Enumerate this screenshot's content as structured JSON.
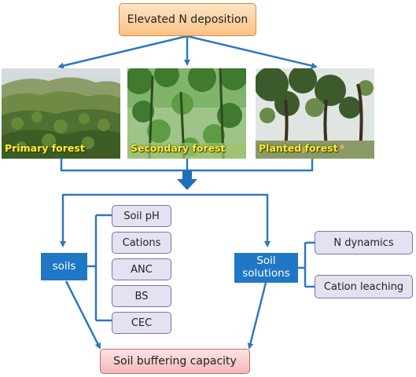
{
  "top": {
    "label": "Elevated N deposition"
  },
  "photos": [
    {
      "label": "Primary forest"
    },
    {
      "label": "Secondary forest"
    },
    {
      "label": "Planted forest"
    }
  ],
  "soils": {
    "label": "soils",
    "properties": [
      "Soil pH",
      "Cations",
      "ANC",
      "BS",
      "CEC"
    ]
  },
  "solutions": {
    "label_line1": "Soil",
    "label_line2": "solutions",
    "properties": [
      "N dynamics",
      "Cation leaching"
    ]
  },
  "bottom": {
    "label": "Soil buffering capacity"
  },
  "colors": {
    "arrow": "#2f78bf",
    "blue_box": "#1f77c6",
    "purple_border": "#7b72ad",
    "orange_border": "#d88a3c",
    "red_border": "#c96565",
    "photo_label": "#ffef3a"
  }
}
